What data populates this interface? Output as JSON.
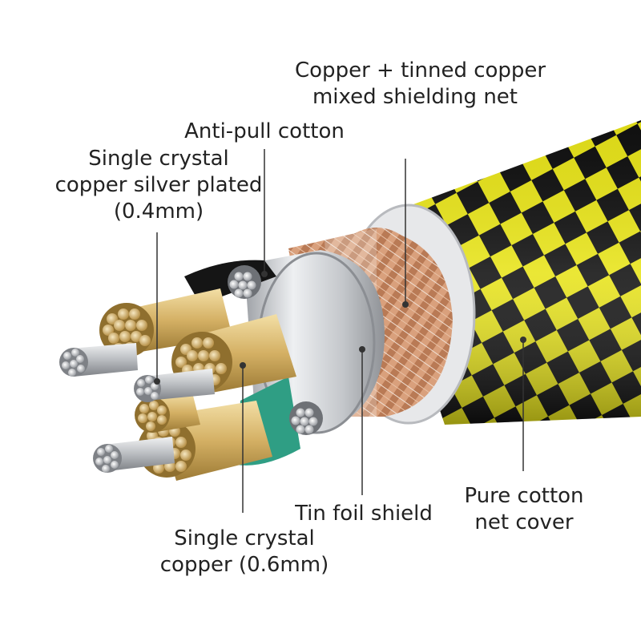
{
  "labels": {
    "shield_net": {
      "line1": "Copper + tinned copper",
      "line2": "mixed shielding net"
    },
    "anti_pull": {
      "line1": "Anti-pull cotton"
    },
    "silver_plated": {
      "line1": "Single crystal",
      "line2": "copper silver plated",
      "line3": "(0.4mm)"
    },
    "tin_foil": {
      "line1": "Tin foil shield"
    },
    "cotton_cover": {
      "line1": "Pure cotton",
      "line2": "net cover"
    },
    "copper": {
      "line1": "Single crystal",
      "line2": "copper (0.6mm)"
    }
  },
  "colors": {
    "jacket_yellow": "#e8e41a",
    "jacket_black": "#111111",
    "shield_copper": "#c98a62",
    "foil_silver": "#cfd1d4",
    "strand_gold": "#d9b970",
    "strand_silver": "#c4c6c9",
    "insulation_green": "#2f9e84",
    "insulation_black": "#151515",
    "leader_line": "#333333"
  }
}
